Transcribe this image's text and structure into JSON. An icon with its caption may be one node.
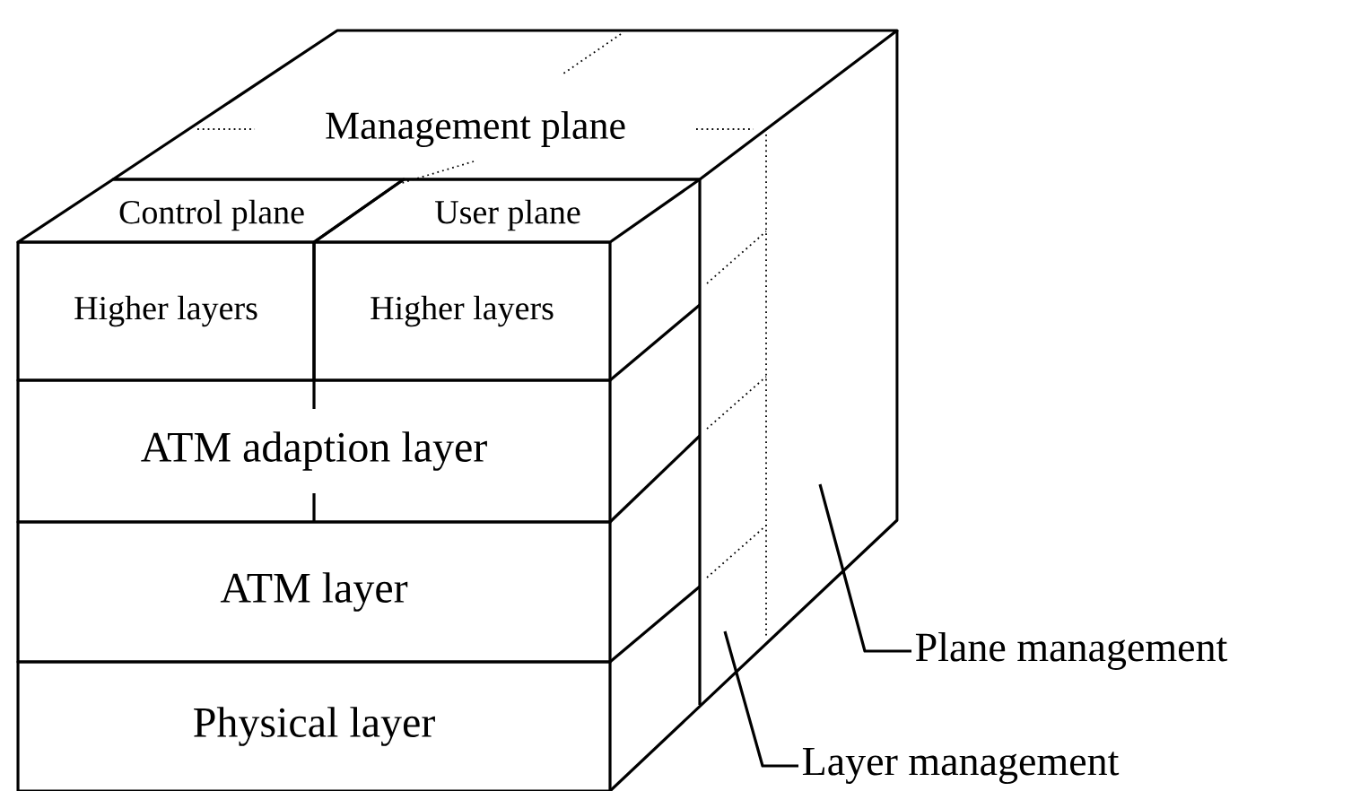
{
  "diagram": {
    "nodes": [
      {
        "text": [
          "Management plane"
        ]
      },
      {
        "text": [
          "Control plane"
        ]
      },
      {
        "text": [
          "User plane"
        ]
      },
      {
        "text": [
          "Higher layers"
        ]
      },
      {
        "text": [
          "Higher layers"
        ]
      },
      {
        "text": [
          "ATM adaption layer"
        ]
      },
      {
        "text": [
          "ATM layer"
        ]
      },
      {
        "text": [
          "Physical layer"
        ]
      },
      {
        "text": [
          "Plane management"
        ]
      },
      {
        "text": [
          "Layer management"
        ]
      }
    ],
    "edges": [
      {
        "from": 8,
        "to": null,
        "arrow": "none"
      },
      {
        "from": 9,
        "to": null,
        "arrow": "none"
      }
    ]
  }
}
